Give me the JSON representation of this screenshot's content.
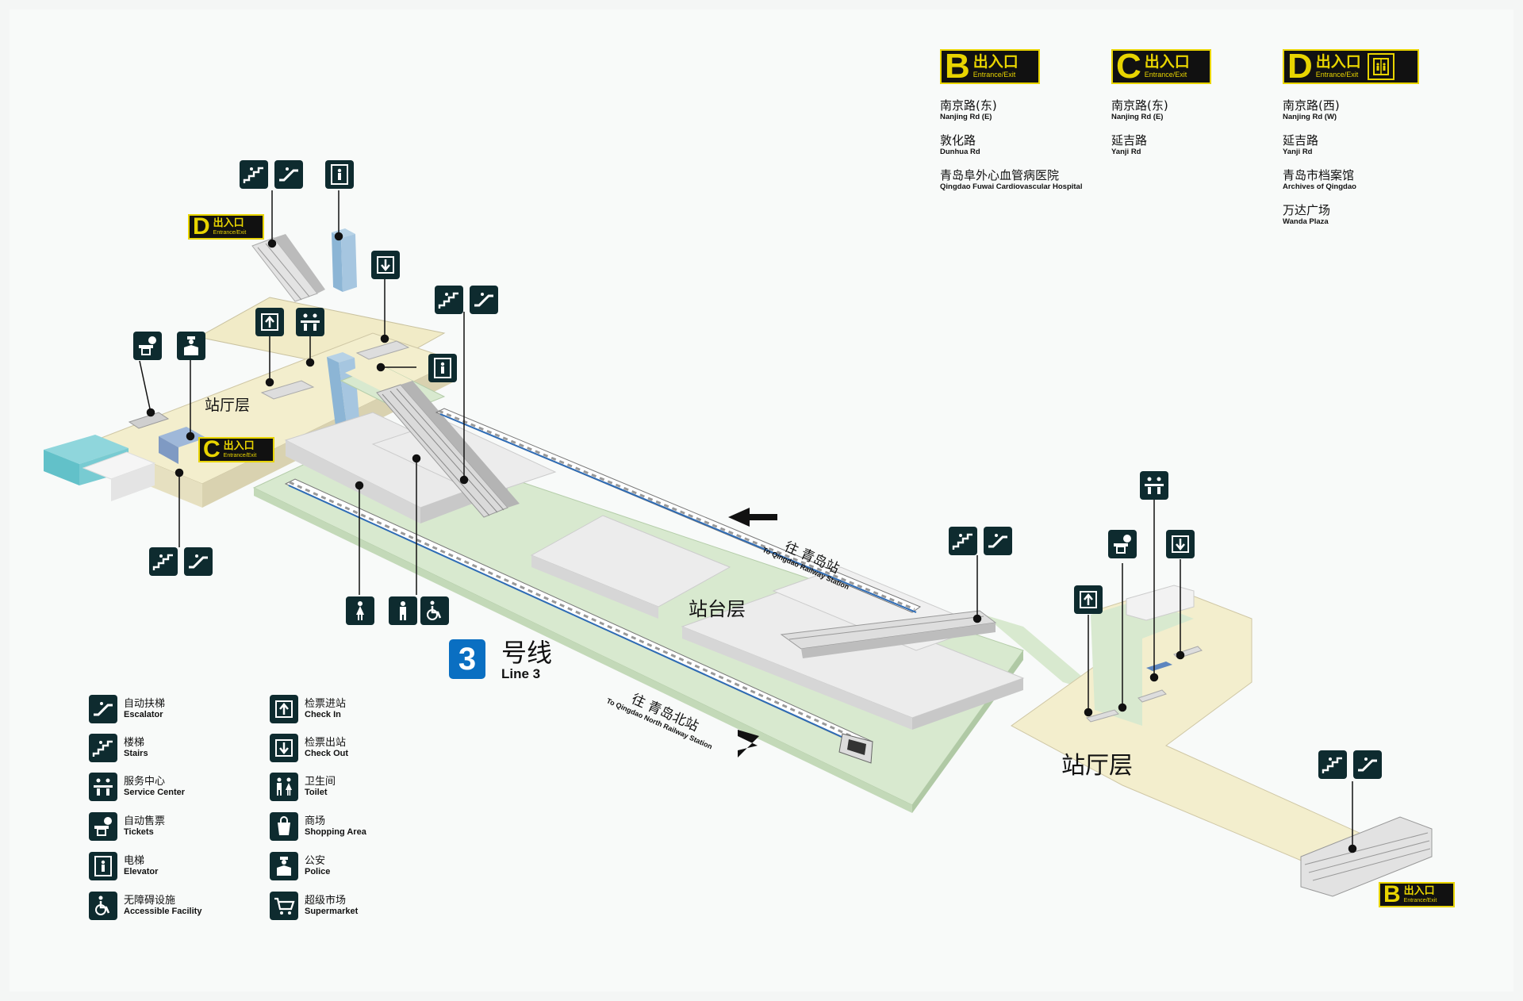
{
  "exits_panel": [
    {
      "letter": "B",
      "zh": "出入口",
      "en": "Entrance/Exit",
      "has_lift": false,
      "destinations": [
        {
          "zh": "南京路(东)",
          "en": "Nanjing Rd (E)"
        },
        {
          "zh": "敦化路",
          "en": "Dunhua Rd"
        },
        {
          "zh": "青岛阜外心血管病医院",
          "en": "Qingdao Fuwai Cardiovascular Hospital"
        }
      ]
    },
    {
      "letter": "C",
      "zh": "出入口",
      "en": "Entrance/Exit",
      "has_lift": false,
      "destinations": [
        {
          "zh": "南京路(东)",
          "en": "Nanjing Rd (E)"
        },
        {
          "zh": "延吉路",
          "en": "Yanji Rd"
        }
      ]
    },
    {
      "letter": "D",
      "zh": "出入口",
      "en": "Entrance/Exit",
      "has_lift": true,
      "destinations": [
        {
          "zh": "南京路(西)",
          "en": "Nanjing Rd (W)"
        },
        {
          "zh": "延吉路",
          "en": "Yanji Rd"
        },
        {
          "zh": "青岛市档案馆",
          "en": "Archives of Qingdao"
        },
        {
          "zh": "万达广场",
          "en": "Wanda Plaza"
        }
      ]
    }
  ],
  "map_badges": {
    "d": {
      "letter": "D",
      "zh": "出入口",
      "en": "Entrance/Exit"
    },
    "c": {
      "letter": "C",
      "zh": "出入口",
      "en": "Entrance/Exit"
    },
    "b": {
      "letter": "B",
      "zh": "出入口",
      "en": "Entrance/Exit"
    }
  },
  "floors": {
    "concourse_west": "站厅层",
    "platform": "站台层",
    "concourse_east": "站厅层"
  },
  "line": {
    "number": "3",
    "zh": "号线",
    "en": "Line 3",
    "color": "#0a6fc2"
  },
  "directions": {
    "to_qingdao_zh": "往 青岛站",
    "to_qingdao_en": "To Qingdao Railway Station",
    "to_north_zh": "往 青岛北站",
    "to_north_en": "To Qingdao North Railway Station"
  },
  "legend": [
    {
      "icon": "escalator-icon",
      "zh": "自动扶梯",
      "en": "Escalator"
    },
    {
      "icon": "stairs-icon",
      "zh": "楼梯",
      "en": "Stairs"
    },
    {
      "icon": "service-center-icon",
      "zh": "服务中心",
      "en": "Service Center"
    },
    {
      "icon": "ticket-machine-icon",
      "zh": "自动售票",
      "en": "Tickets"
    },
    {
      "icon": "elevator-icon",
      "zh": "电梯",
      "en": "Elevator"
    },
    {
      "icon": "accessible-icon",
      "zh": "无障碍设施",
      "en": "Accessible Facility"
    },
    {
      "icon": "check-in-icon",
      "zh": "检票进站",
      "en": "Check In"
    },
    {
      "icon": "check-out-icon",
      "zh": "检票出站",
      "en": "Check Out"
    },
    {
      "icon": "toilet-icon",
      "zh": "卫生间",
      "en": "Toilet"
    },
    {
      "icon": "shopping-icon",
      "zh": "商场",
      "en": "Shopping Area"
    },
    {
      "icon": "police-icon",
      "zh": "公安",
      "en": "Police"
    },
    {
      "icon": "supermarket-icon",
      "zh": "超级市场",
      "en": "Supermarket"
    }
  ],
  "colors": {
    "concourse_floor": "#f3eecd",
    "platform_floor": "#d8e9cf",
    "icon_bg": "#0e2b2f",
    "badge_yellow": "#e8d400",
    "exit_teal": "#84cfd6"
  }
}
